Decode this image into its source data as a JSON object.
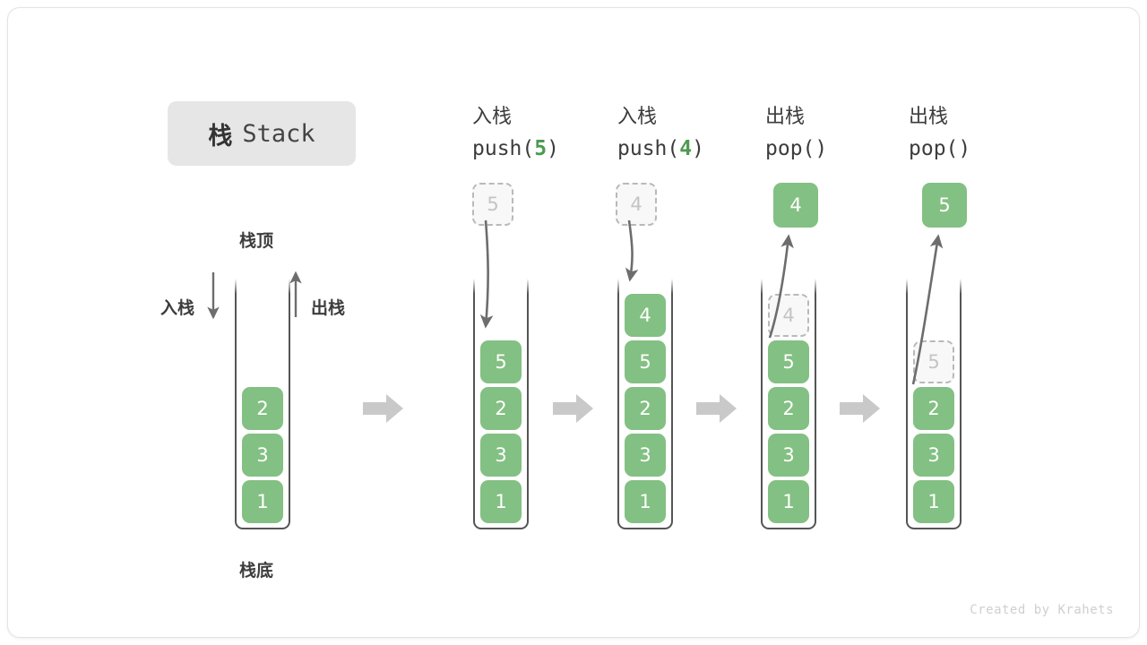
{
  "title": {
    "cn": "栈",
    "en": "Stack"
  },
  "labels": {
    "top": "栈顶",
    "bottom": "栈底",
    "push": "入栈",
    "pop": "出栈"
  },
  "colors": {
    "cell_fill": "#83c083",
    "cell_text": "#ffffff",
    "ghost_fill": "#f8f8f8",
    "ghost_border": "#b9b9b9",
    "ghost_text": "#c4c4c4",
    "arrow": "#6d6d6d",
    "flow_arrow": "#c9c9c9",
    "badge_bg": "#e6e6e6",
    "text": "#3c3c3c",
    "accent_green": "#4e9a51"
  },
  "columns": [
    {
      "id": "initial",
      "head_cn": "",
      "head_code_pre": "",
      "head_code_arg": "",
      "head_code_post": "",
      "cells": [
        {
          "value": "2",
          "state": "filled"
        },
        {
          "value": "3",
          "state": "filled"
        },
        {
          "value": "1",
          "state": "filled"
        }
      ]
    },
    {
      "id": "push-5",
      "head_cn": "入栈",
      "head_code_pre": "push(",
      "head_code_arg": "5",
      "head_code_post": ")",
      "floating": {
        "value": "5",
        "state": "ghost"
      },
      "cells": [
        {
          "value": "5",
          "state": "filled"
        },
        {
          "value": "2",
          "state": "filled"
        },
        {
          "value": "3",
          "state": "filled"
        },
        {
          "value": "1",
          "state": "filled"
        }
      ]
    },
    {
      "id": "push-4",
      "head_cn": "入栈",
      "head_code_pre": "push(",
      "head_code_arg": "4",
      "head_code_post": ")",
      "floating": {
        "value": "4",
        "state": "ghost"
      },
      "cells": [
        {
          "value": "4",
          "state": "filled"
        },
        {
          "value": "5",
          "state": "filled"
        },
        {
          "value": "2",
          "state": "filled"
        },
        {
          "value": "3",
          "state": "filled"
        },
        {
          "value": "1",
          "state": "filled"
        }
      ]
    },
    {
      "id": "pop-4",
      "head_cn": "出栈",
      "head_code_pre": "pop(",
      "head_code_arg": "",
      "head_code_post": ")",
      "floating": {
        "value": "4",
        "state": "filled"
      },
      "cells": [
        {
          "value": "4",
          "state": "ghost"
        },
        {
          "value": "5",
          "state": "filled"
        },
        {
          "value": "2",
          "state": "filled"
        },
        {
          "value": "3",
          "state": "filled"
        },
        {
          "value": "1",
          "state": "filled"
        }
      ]
    },
    {
      "id": "pop-5",
      "head_cn": "出栈",
      "head_code_pre": "pop(",
      "head_code_arg": "",
      "head_code_post": ")",
      "floating": {
        "value": "5",
        "state": "filled"
      },
      "cells": [
        {
          "value": "",
          "state": "empty"
        },
        {
          "value": "5",
          "state": "ghost"
        },
        {
          "value": "2",
          "state": "filled"
        },
        {
          "value": "3",
          "state": "filled"
        },
        {
          "value": "1",
          "state": "filled"
        }
      ]
    }
  ],
  "credit": "Created by Krahets"
}
